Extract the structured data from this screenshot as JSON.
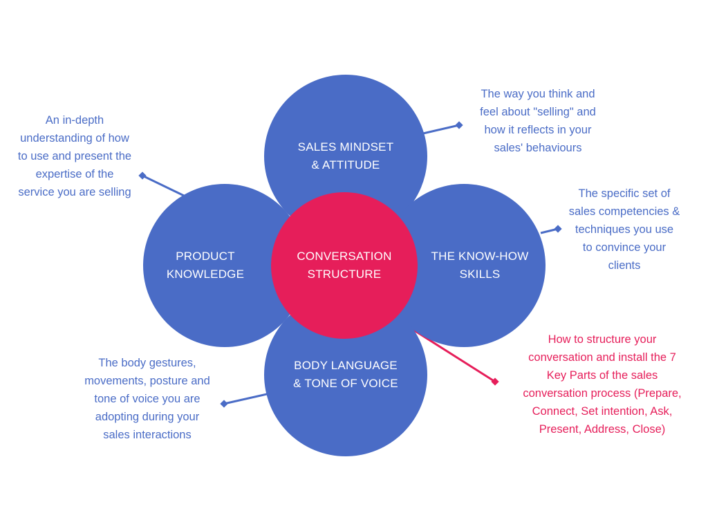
{
  "center": {
    "label": "CONVERSATION\nSTRUCTURE"
  },
  "circles": {
    "top": "SALES MINDSET\n& ATTITUDE",
    "left": "PRODUCT\nKNOWLEDGE",
    "right": "THE KNOW-HOW\nSKILLS",
    "bottom": "BODY LANGUAGE\n& TONE OF VOICE"
  },
  "descriptions": {
    "top": "The way you think and\nfeel about \"selling\" and\nhow it reflects in your\nsales' behaviours",
    "left": "An in-depth\nunderstanding of how\nto use and present the\nexpertise of the\nservice you are selling",
    "right": "The specific set of\nsales competencies &\ntechniques you use\nto convince your\nclients",
    "bottom": "The body gestures,\nmovements, posture and\ntone of voice you are\nadopting during your\nsales interactions",
    "center": "How to structure your\nconversation and install the 7\nKey Parts of the sales\nconversation process (Prepare,\nConnect, Set intention, Ask,\nPresent, Address, Close)"
  },
  "colors": {
    "petal": "#4a6cc6",
    "center": "#e61e5a",
    "background": "#ffffff"
  }
}
